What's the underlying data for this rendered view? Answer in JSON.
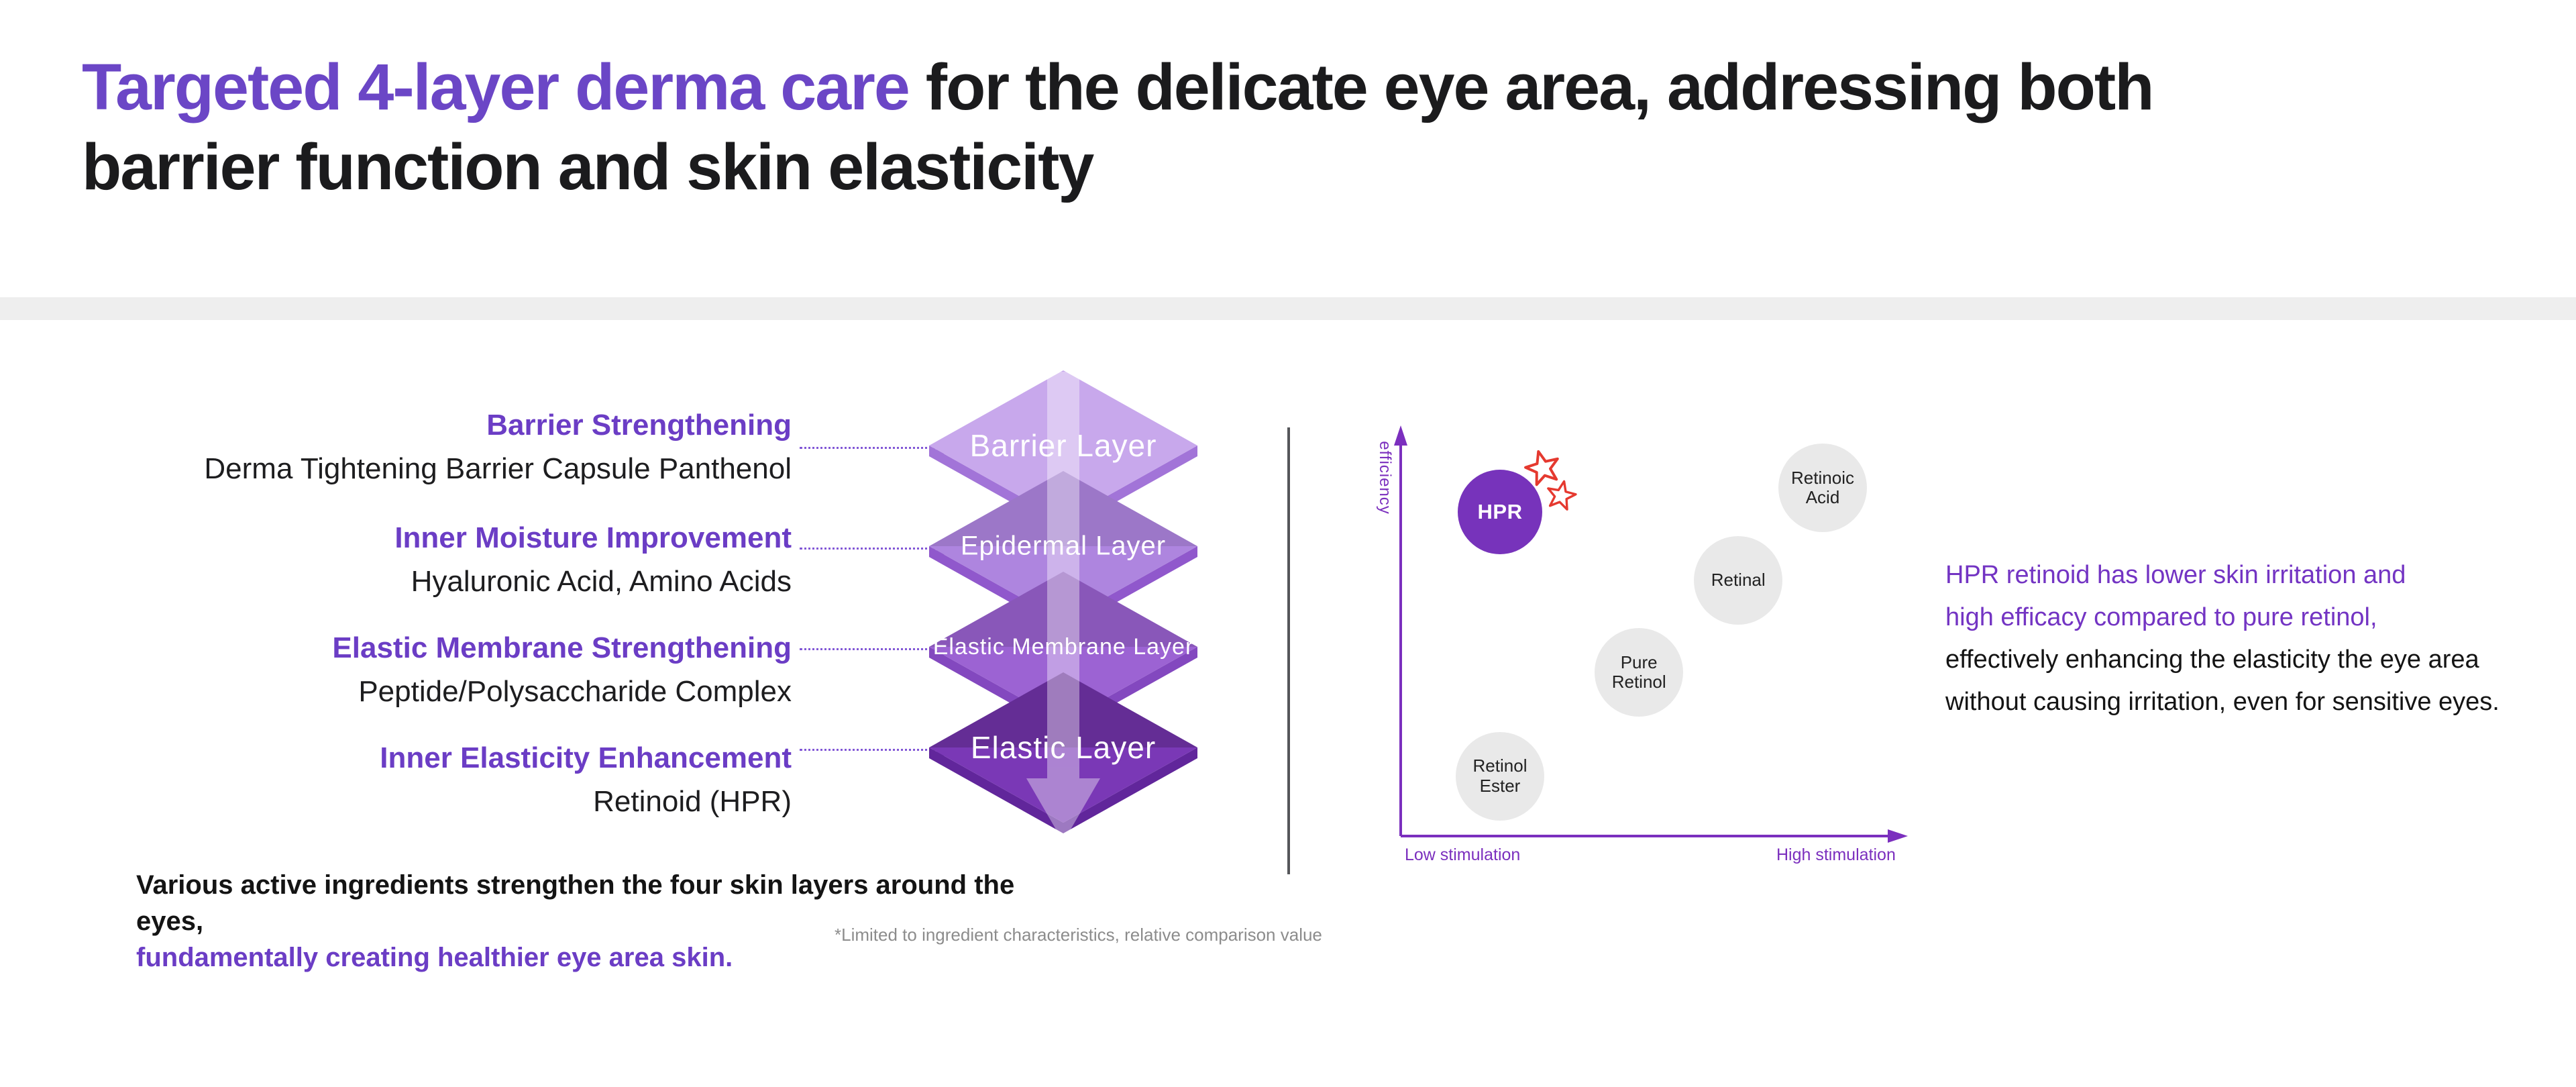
{
  "title": {
    "highlight": "Targeted 4-layer derma care",
    "line1_rest": " for the delicate eye area, addressing both",
    "line2": "barrier function and skin elasticity"
  },
  "layer_items": [
    {
      "heading": "Barrier Strengthening",
      "detail": "Derma Tightening Barrier Capsule Panthenol",
      "layer_label": "Barrier Layer"
    },
    {
      "heading": "Inner Moisture Improvement",
      "detail": "Hyaluronic Acid, Amino Acids",
      "layer_label": "Epidermal Layer"
    },
    {
      "heading": "Elastic Membrane Strengthening",
      "detail": "Peptide/Polysaccharide Complex",
      "layer_label": "Elastic Membrane Layer"
    },
    {
      "heading": "Inner Elasticity Enhancement",
      "detail": "Retinoid (HPR)",
      "layer_label": "Elastic Layer"
    }
  ],
  "summary": {
    "line1": "Various active ingredients strengthen the four skin layers around the eyes,",
    "line2": "fundamentally creating healthier eye area skin."
  },
  "footnote": "*Limited to ingredient characteristics, relative comparison value",
  "insight": {
    "purple_line1": "HPR retinoid has lower skin irritation and",
    "purple_line2": "high efficacy compared to pure retinol,",
    "black_line1": "effectively enhancing the elasticity the eye area",
    "black_line2": "without causing irritation, even for sensitive eyes."
  },
  "chart_data": {
    "type": "scatter",
    "title": "",
    "xlabel_low": "Low stimulation",
    "xlabel_high": "High stimulation",
    "ylabel": "efficiency",
    "x_axis": "stimulation (relative, low to high)",
    "y_axis": "efficiency (relative, low to high)",
    "grid": false,
    "points": [
      {
        "label": "HPR",
        "x": 0.2,
        "y": 0.81,
        "r": 63,
        "highlight": true,
        "color": "#7733BB"
      },
      {
        "label": "Retinoic Acid",
        "x": 0.85,
        "y": 0.87,
        "r": 66,
        "highlight": false,
        "color": "#E9E9E9"
      },
      {
        "label": "Retinal",
        "x": 0.68,
        "y": 0.64,
        "r": 66,
        "highlight": false,
        "color": "#E9E9E9"
      },
      {
        "label": "Pure Retinol",
        "x": 0.48,
        "y": 0.41,
        "r": 66,
        "highlight": false,
        "color": "#E9E9E9"
      },
      {
        "label": "Retinol Ester",
        "x": 0.2,
        "y": 0.15,
        "r": 66,
        "highlight": false,
        "color": "#E9E9E9"
      }
    ],
    "annotations": [
      {
        "name": "sparkle-stars",
        "near": "HPR",
        "color": "#E5392F"
      }
    ]
  },
  "colors": {
    "accent_text": "#6B46C6",
    "axis_purple": "#7B2FBE",
    "hpr_bubble": "#7733BB",
    "bubble_gray": "#E9E9E9",
    "star_red": "#E5392F",
    "band_gray": "#EEEEEE",
    "divider_gray": "#55565A",
    "layer1_face": "#C8A8EC",
    "layer2_face": "#AE85DF",
    "layer3_face": "#9C63D3",
    "layer4_face": "#7A38B6"
  }
}
